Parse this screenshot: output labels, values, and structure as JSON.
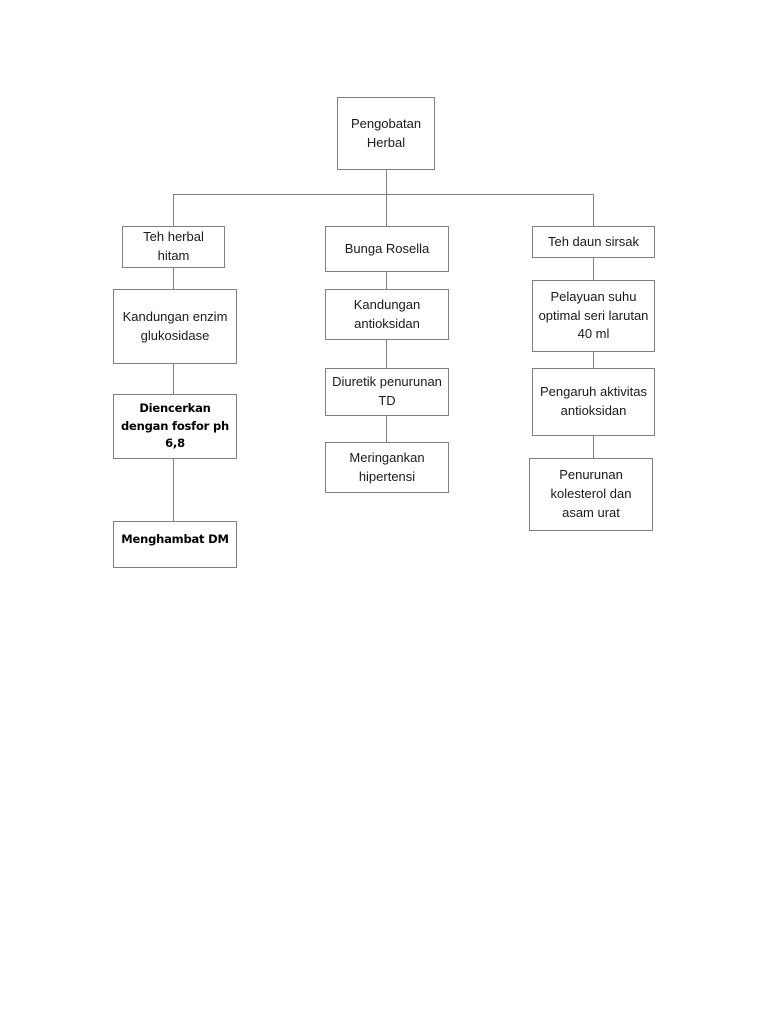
{
  "diagram": {
    "type": "flowchart",
    "title": "Pengobatan Herbal",
    "orientation": "top-down",
    "border_color": "#808080",
    "background_color": "#ffffff",
    "text_color": "#1a1a1a",
    "root": {
      "id": "root",
      "label": "Pengobatan Herbal",
      "line1": "Pengobatan",
      "line2": "Herbal"
    },
    "branches": [
      {
        "id": "branch-teh-herbal-hitam",
        "heading": "Teh herbal hitam",
        "steps": [
          {
            "id": "node-teh-herbal-hitam",
            "label": "Teh herbal hitam",
            "emphasis": "normal"
          },
          {
            "id": "node-kandungan-enzim-glukosidase",
            "label": "Kandungan enzim glukosidase",
            "emphasis": "normal"
          },
          {
            "id": "node-diencerkan-fosfor",
            "label": "Diencerkan dengan fosfor ph 6,8",
            "emphasis": "bold"
          },
          {
            "id": "node-menghambat-dm",
            "label": "Menghambat DM",
            "emphasis": "bold"
          }
        ]
      },
      {
        "id": "branch-bunga-rosella",
        "heading": "Bunga Rosella",
        "steps": [
          {
            "id": "node-bunga-rosella",
            "label": "Bunga Rosella",
            "emphasis": "normal"
          },
          {
            "id": "node-kandungan-antioksidan",
            "label": "Kandungan antioksidan",
            "emphasis": "normal"
          },
          {
            "id": "node-diuretik-penurunan-td",
            "label": "Diuretik penurunan TD",
            "emphasis": "normal"
          },
          {
            "id": "node-meringankan-hipertensi",
            "label": "Meringankan hipertensi",
            "emphasis": "normal"
          }
        ]
      },
      {
        "id": "branch-teh-daun-sirsak",
        "heading": "Teh daun sirsak",
        "steps": [
          {
            "id": "node-teh-daun-sirsak",
            "label": "Teh daun sirsak",
            "emphasis": "normal"
          },
          {
            "id": "node-pelayuan-suhu",
            "label": "Pelayuan suhu optimal seri larutan 40 ml",
            "emphasis": "normal"
          },
          {
            "id": "node-pengaruh-aktivitas-antioksidan",
            "label": "Pengaruh aktivitas antioksidan",
            "emphasis": "normal"
          },
          {
            "id": "node-penurunan-kolesterol",
            "label": "Penurunan kolesterol dan asam urat",
            "emphasis": "normal"
          }
        ]
      }
    ]
  }
}
